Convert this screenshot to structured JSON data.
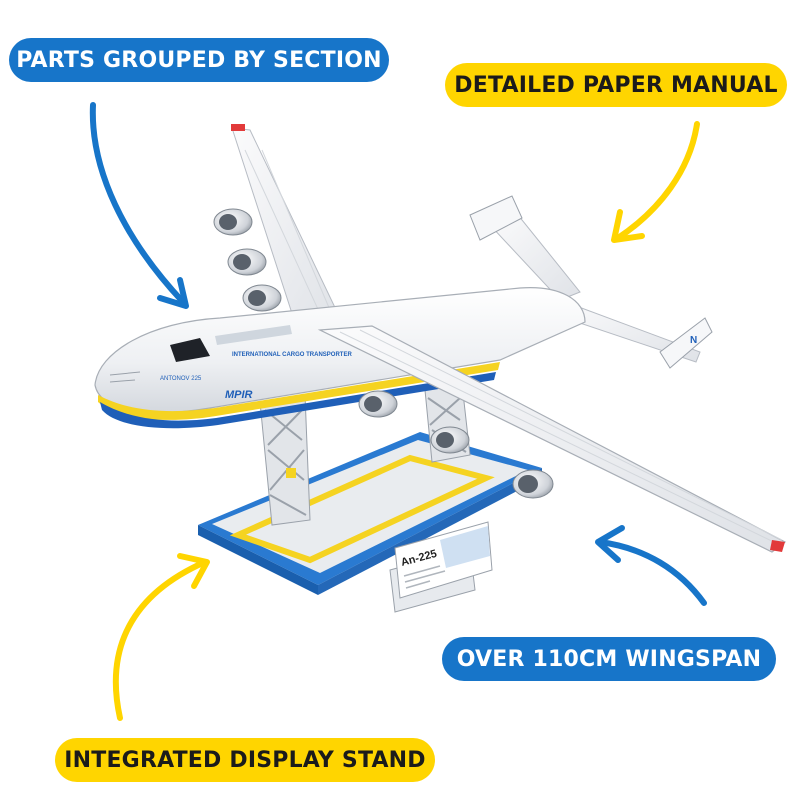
{
  "colors": {
    "blue_accent": "#1775c9",
    "yellow_accent": "#ffd500",
    "aircraft_body": "#f2f4f6",
    "livery_blue": "#1f5fb8",
    "livery_yellow": "#f5d321"
  },
  "callouts": {
    "parts": "PARTS GROUPED BY SECTION",
    "manual": "DETAILED PAPER MANUAL",
    "wingspan": "OVER 110CM WINGSPAN",
    "stand": "INTEGRATED DISPLAY STAND"
  },
  "aircraft": {
    "fuselage_text": "INTERNATIONAL CARGO TRANSPORTER",
    "tail_name": "MPIR",
    "side_label": "ANTONOV 225"
  },
  "info_card": {
    "title": "An-225"
  },
  "arrows": [
    "curved-arrow-blue",
    "curved-arrow-yellow",
    "curved-arrow-blue",
    "curved-arrow-yellow"
  ]
}
